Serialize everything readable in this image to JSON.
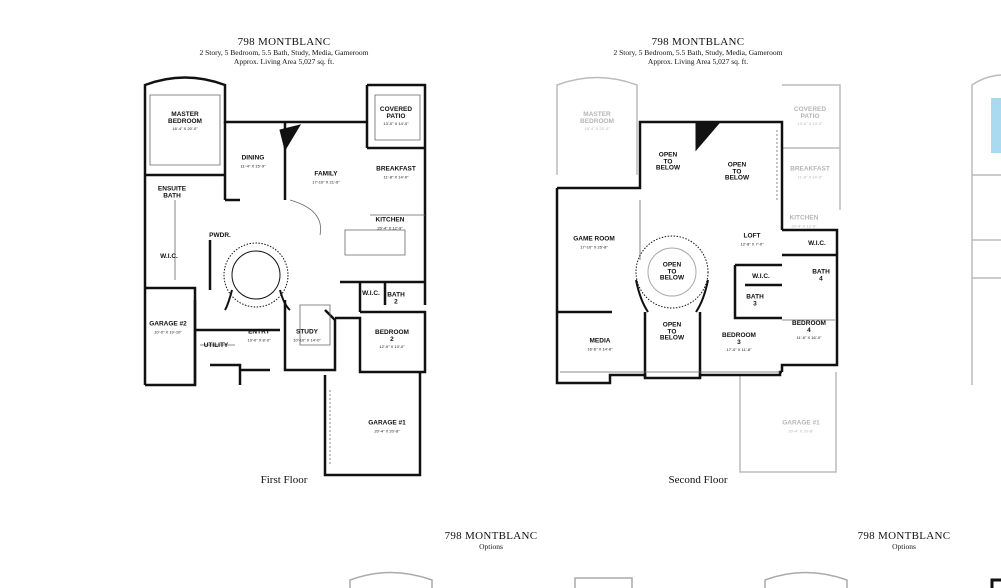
{
  "plans": [
    {
      "title": "798 MONTBLANC",
      "subtitle": "2 Story, 5 Bedroom, 5.5 Bath, Study, Media, Gameroom",
      "area": "Approx. Living Area 5,027 sq. ft.",
      "caption": "First Floor",
      "rooms": [
        {
          "name": "MASTER\nBEDROOM",
          "dims": "16'-4\" X 20'-0\""
        },
        {
          "name": "DINING",
          "dims": "11'-4\" X 15'-9\""
        },
        {
          "name": "FAMILY",
          "dims": "17'-10\" X 21'-6\""
        },
        {
          "name": "COVERED\nPATIO",
          "dims": "13'-0\" X 14'-0\""
        },
        {
          "name": "BREAKFAST",
          "dims": "11'-8\" X 14'-0\""
        },
        {
          "name": "KITCHEN",
          "dims": "20'-4\" X 12'-9\""
        },
        {
          "name": "ENSUITE\nBATH",
          "dims": ""
        },
        {
          "name": "PWDR.",
          "dims": ""
        },
        {
          "name": "W.I.C.",
          "dims": ""
        },
        {
          "name": "GARAGE #2",
          "dims": "10'-0\" X 19'-10\""
        },
        {
          "name": "UTILITY",
          "dims": ""
        },
        {
          "name": "ENTRY",
          "dims": "10'-0\" X 8'-0\""
        },
        {
          "name": "STUDY",
          "dims": "10'-10\" X 14'-0\""
        },
        {
          "name": "W.I.C.",
          "dims": ""
        },
        {
          "name": "BATH\n2",
          "dims": ""
        },
        {
          "name": "BEDROOM\n2",
          "dims": "12'-9\" X 13'-0\""
        },
        {
          "name": "GARAGE #1",
          "dims": "20'-4\" X 20'-8\""
        }
      ]
    },
    {
      "title": "798 MONTBLANC",
      "subtitle": "2 Story, 5 Bedroom, 5.5 Bath, Study, Media, Gameroom",
      "area": "Approx. Living Area 5,027 sq. ft.",
      "caption": "Second Floor",
      "rooms": [
        {
          "name": "OPEN\nTO\nBELOW",
          "dims": ""
        },
        {
          "name": "OPEN\nTO\nBELOW",
          "dims": ""
        },
        {
          "name": "GAME ROOM",
          "dims": "17'-10\" X 25'-8\""
        },
        {
          "name": "LOFT",
          "dims": "12'-8\" X 7'-0\""
        },
        {
          "name": "OPEN\nTO\nBELOW",
          "dims": ""
        },
        {
          "name": "W.I.C.",
          "dims": ""
        },
        {
          "name": "BATH\n4",
          "dims": ""
        },
        {
          "name": "W.I.C.",
          "dims": ""
        },
        {
          "name": "BATH\n3",
          "dims": ""
        },
        {
          "name": "MEDIA",
          "dims": "16'-6\" X 14'-6\""
        },
        {
          "name": "OPEN\nTO\nBELOW",
          "dims": ""
        },
        {
          "name": "BEDROOM\n3",
          "dims": "17'-0\" X 11'-8\""
        },
        {
          "name": "BEDROOM\n4",
          "dims": "11'-6\" X 16'-0\""
        }
      ],
      "ghost_rooms": [
        {
          "name": "MASTER\nBEDROOM",
          "dims": "16'-4\" X 20'-0\""
        },
        {
          "name": "COVERED\nPATIO",
          "dims": "13'-0\" X 14'-0\""
        },
        {
          "name": "BREAKFAST",
          "dims": "11'-8\" X 14'-0\""
        },
        {
          "name": "KITCHEN",
          "dims": "20'-4\" X 12'-9\""
        },
        {
          "name": "GARAGE #1",
          "dims": "20'-4\" X 20'-8\""
        }
      ]
    }
  ],
  "options": [
    {
      "title": "798 MONTBLANC",
      "subtitle": "Options"
    },
    {
      "title": "798 MONTBLANC",
      "subtitle": "Options"
    }
  ],
  "highlight_color": "#a9daf0"
}
